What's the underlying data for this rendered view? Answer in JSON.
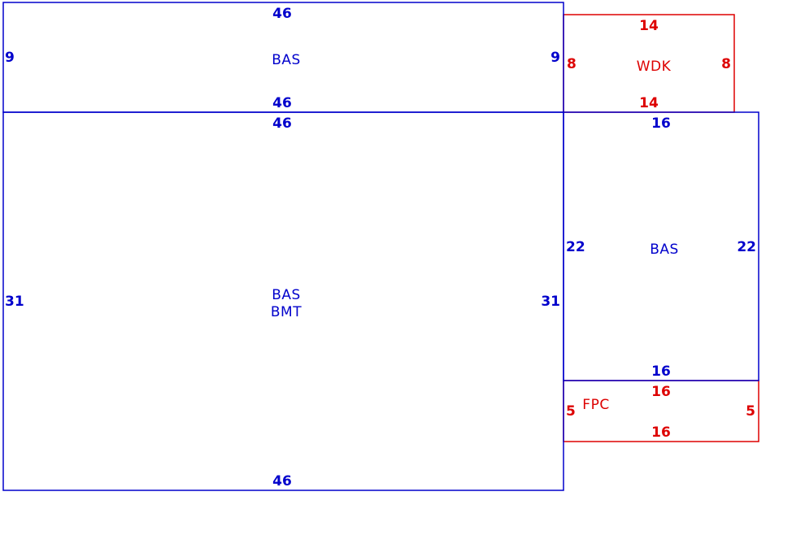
{
  "colors": {
    "primary": "#0000cc",
    "secondary": "#dd0000",
    "background": "#ffffff"
  },
  "areas": {
    "bas_upper": {
      "label": "BAS",
      "top": "46",
      "bottom": "46",
      "left": "9",
      "right": "9"
    },
    "wdk": {
      "label": "WDK",
      "top": "14",
      "bottom": "14",
      "left": "8",
      "right": "8"
    },
    "bas_bmt": {
      "label_line1": "BAS",
      "label_line2": "BMT",
      "top": "46",
      "bottom": "46",
      "left": "31",
      "right": "31"
    },
    "bas_right": {
      "label": "BAS",
      "top": "16",
      "bottom": "16",
      "left": "22",
      "right": "22"
    },
    "fpc": {
      "label": "FPC",
      "top": "16",
      "bottom": "16",
      "left": "5",
      "right": "5"
    }
  }
}
